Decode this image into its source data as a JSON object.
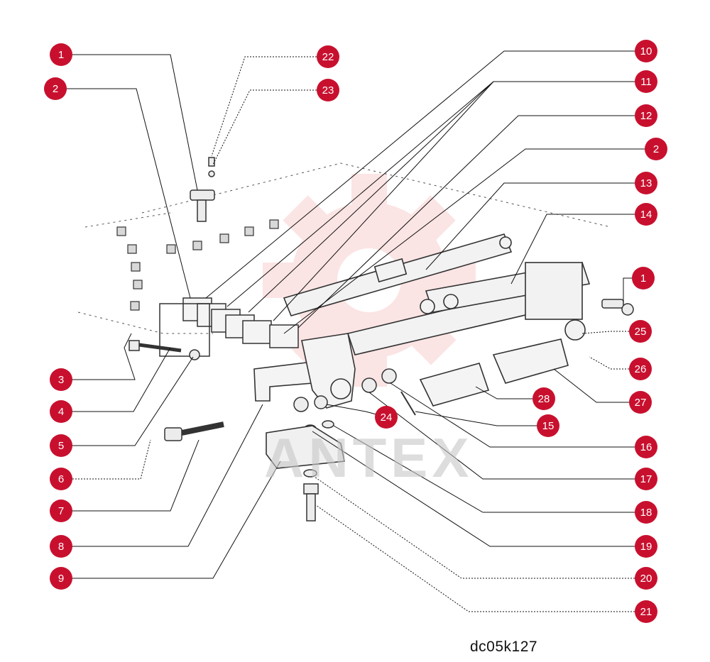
{
  "diagram": {
    "code": "dc05k127",
    "watermark": "ANTEX",
    "callout_color": "#c8102e",
    "part_color": "#3a3a3a",
    "watermark_color": "#f08a8a"
  },
  "callouts": [
    {
      "id": "1",
      "label": "1"
    },
    {
      "id": "2",
      "label": "2"
    },
    {
      "id": "3",
      "label": "3"
    },
    {
      "id": "4",
      "label": "4"
    },
    {
      "id": "5",
      "label": "5"
    },
    {
      "id": "6",
      "label": "6"
    },
    {
      "id": "7",
      "label": "7"
    },
    {
      "id": "8",
      "label": "8"
    },
    {
      "id": "9",
      "label": "9"
    },
    {
      "id": "10",
      "label": "10"
    },
    {
      "id": "11",
      "label": "11"
    },
    {
      "id": "12",
      "label": "12"
    },
    {
      "id": "13",
      "label": "13"
    },
    {
      "id": "14",
      "label": "14"
    },
    {
      "id": "15",
      "label": "15"
    },
    {
      "id": "16",
      "label": "16"
    },
    {
      "id": "17",
      "label": "17"
    },
    {
      "id": "18",
      "label": "18"
    },
    {
      "id": "19",
      "label": "19"
    },
    {
      "id": "20",
      "label": "20"
    },
    {
      "id": "21",
      "label": "21"
    },
    {
      "id": "22",
      "label": "22"
    },
    {
      "id": "23",
      "label": "23"
    },
    {
      "id": "24",
      "label": "24"
    },
    {
      "id": "25",
      "label": "25"
    },
    {
      "id": "26",
      "label": "26"
    },
    {
      "id": "27",
      "label": "27"
    },
    {
      "id": "28",
      "label": "28"
    },
    {
      "id": "1b",
      "label": "1"
    },
    {
      "id": "2b",
      "label": "2"
    }
  ]
}
